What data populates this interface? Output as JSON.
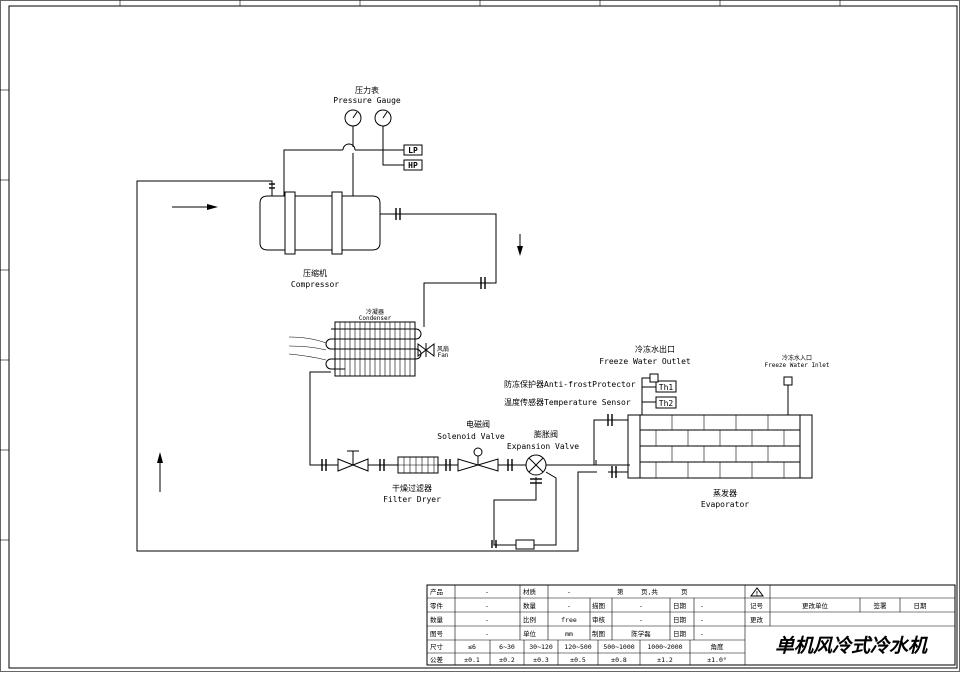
{
  "labels": {
    "pressure_gauge_cn": "压力表",
    "pressure_gauge_en": "Pressure Gauge",
    "lp": "LP",
    "hp": "HP",
    "compressor_cn": "压缩机",
    "compressor_en": "Compressor",
    "condenser_cn": "冷凝器",
    "condenser_en": "Condenser",
    "fan_cn": "风扇",
    "fan_en": "Fan",
    "filter_cn": "干燥过滤器",
    "filter_en": "Filter Dryer",
    "solenoid_cn": "电磁阀",
    "solenoid_en": "Solenoid Valve",
    "expansion_cn": "膨胀阀",
    "expansion_en": "Expansion Valve",
    "antifrost": "防冻保护器Anti-frostProtector",
    "temp_sensor": "温度传感器Temperature Sensor",
    "outlet_cn": "冷冻水出口",
    "outlet_en": "Freeze Water Outlet",
    "inlet_cn": "冷冻水入口",
    "inlet_en": "Freeze Water Inlet",
    "th1": "Th1",
    "th2": "Th2",
    "evaporator_cn": "蒸发器",
    "evaporator_en": "Evaporator"
  },
  "title_block": {
    "r1": [
      "产品",
      "-",
      "材质",
      "-",
      "第",
      "页,共",
      "页"
    ],
    "r2": [
      "零件",
      "-",
      "数量",
      "-",
      "描图",
      "-",
      "日期",
      "-"
    ],
    "r3": [
      "数量",
      "-",
      "比例",
      "free",
      "审核",
      "-",
      "日期",
      "-"
    ],
    "r4": [
      "图号",
      "-",
      "单位",
      "mm",
      "制图",
      "陈学磊",
      "日期",
      "-"
    ],
    "r5": [
      "尺寸",
      "≤6",
      "6~30",
      "30~120",
      "120~500",
      "500~1000",
      "1000~2000",
      "角度"
    ],
    "r6": [
      "公差",
      "±0.1",
      "±0.2",
      "±0.3",
      "±0.5",
      "±0.8",
      "±1.2",
      "±1.0°"
    ],
    "warning_mark": "!",
    "rev_labels": [
      "记号",
      "更改单位",
      "签署",
      "日期"
    ],
    "rev_row2": "更改",
    "main_title": "单机风冷式冷水机"
  }
}
